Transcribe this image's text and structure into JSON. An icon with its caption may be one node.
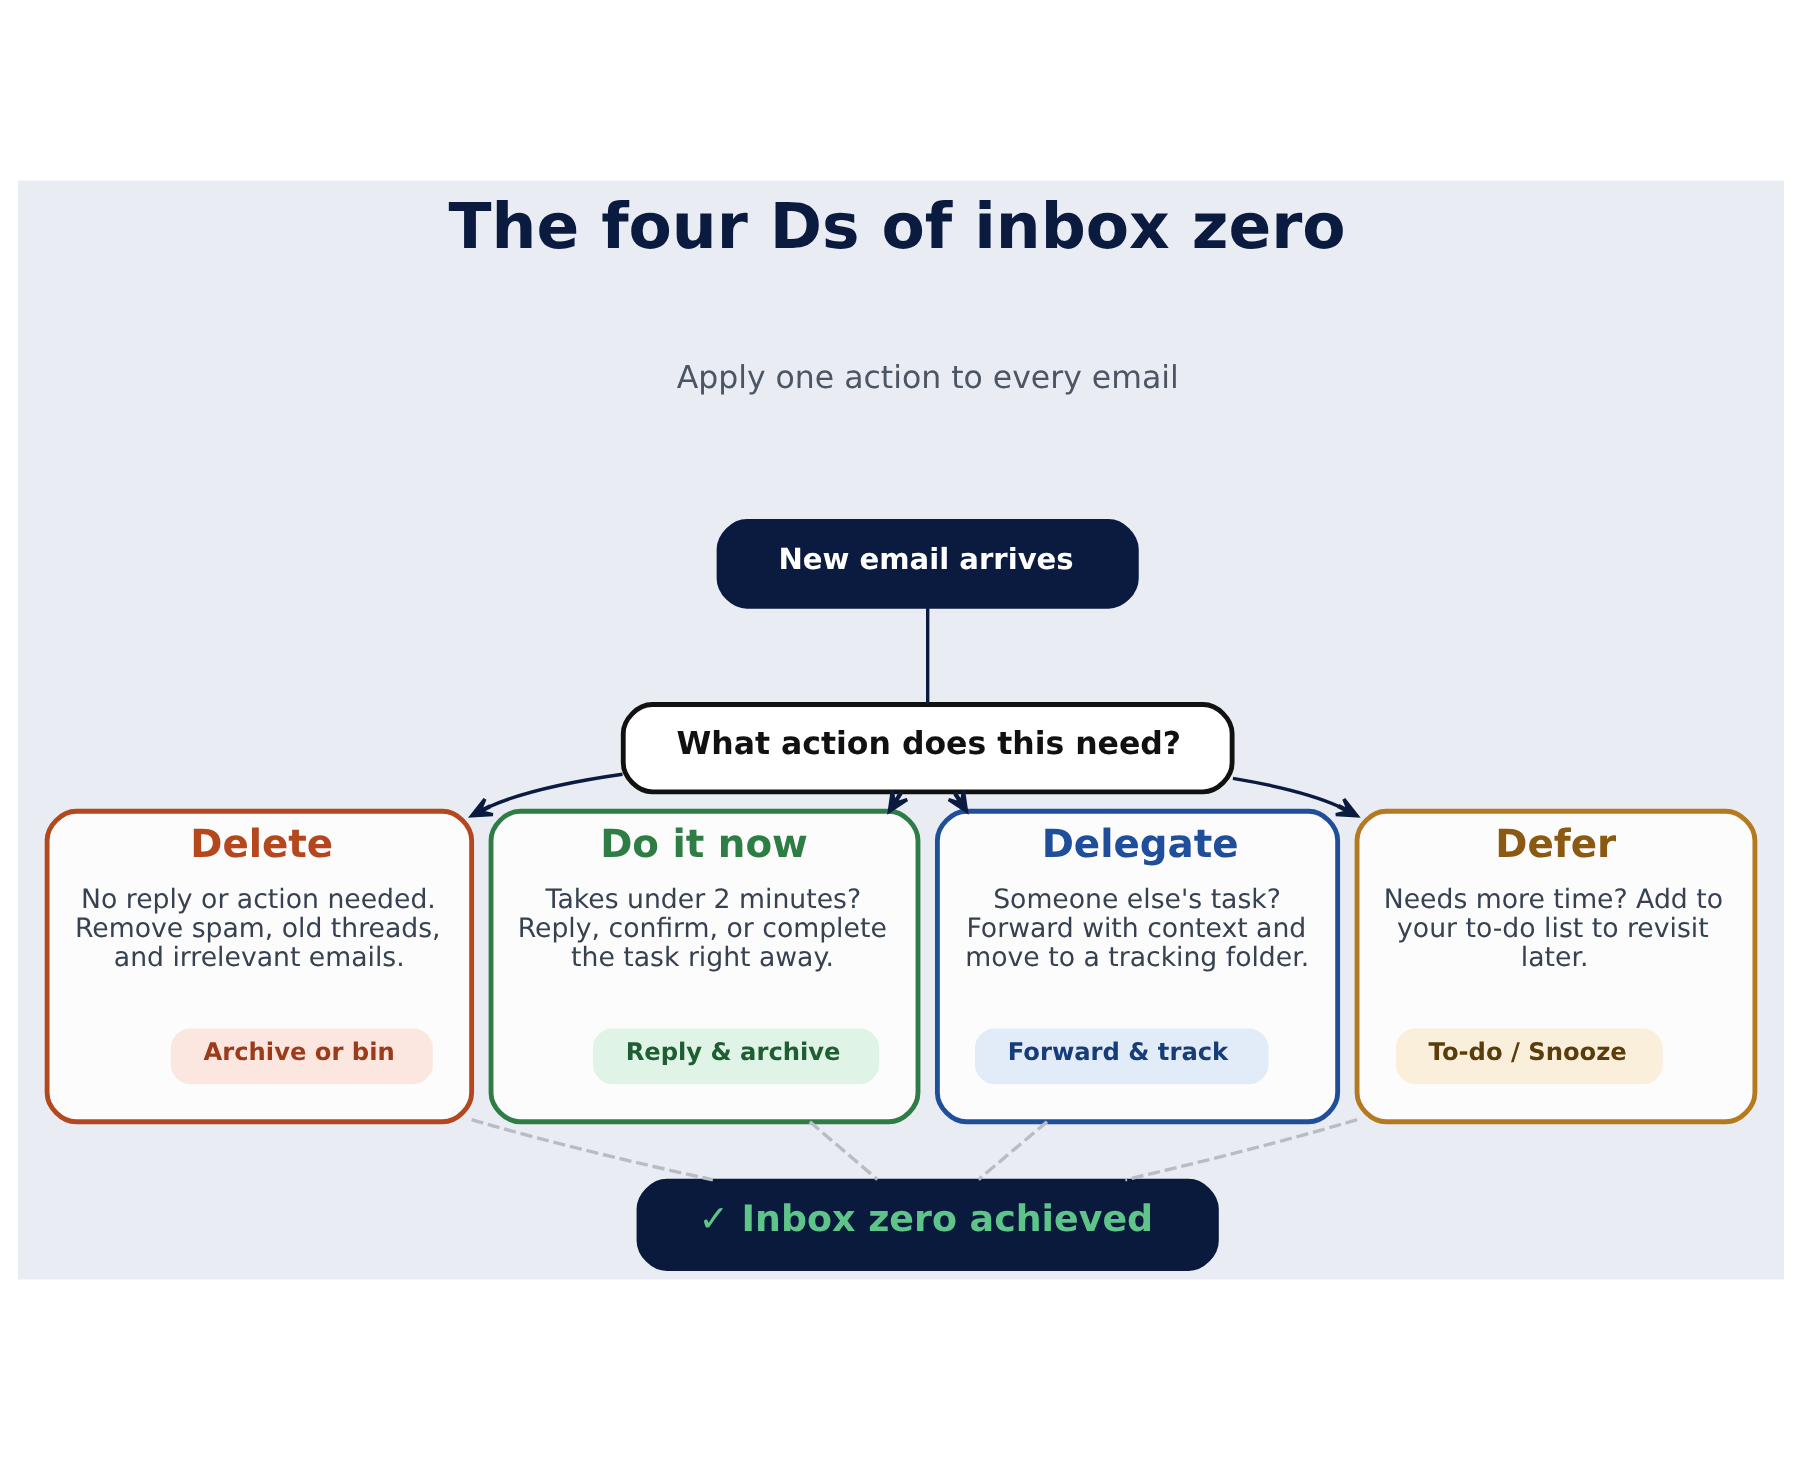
{
  "diagram": {
    "title": "The four Ds of inbox zero",
    "nodes": [
      {
        "text": [
          "New email arrives"
        ]
      },
      {
        "text": [
          "What action does this need?"
        ]
      },
      {
        "text": [
          "Delete",
          "No reply or action needed. Remove spam, old threads, and irrelevant emails."
        ]
      },
      {
        "text": [
          "Archive or bin"
        ],
        "in": 2
      },
      {
        "text": [
          "Do it now",
          "Takes under 2 minutes? Reply, confirm, or complete the task right away."
        ]
      },
      {
        "text": [
          "Reply & archive"
        ],
        "in": 4
      },
      {
        "text": [
          "Delegate",
          "Someone else's task? Forward with context and move to a tracking folder."
        ]
      },
      {
        "text": [
          "Forward & track"
        ],
        "in": 6
      },
      {
        "text": [
          "Defer",
          "Needs more time? Add to your to-do list to revisit later."
        ]
      },
      {
        "text": [
          "To-do / Snooze"
        ],
        "in": 8
      },
      {
        "text": [
          "✓ Inbox zero achieved"
        ]
      }
    ],
    "edges": [
      {
        "from": 0,
        "to": 1,
        "arrow": "none"
      },
      {
        "from": 1,
        "to": 2,
        "arrow": "to"
      },
      {
        "from": 1,
        "to": 4,
        "arrow": "to"
      },
      {
        "from": 1,
        "to": 6,
        "arrow": "to"
      },
      {
        "from": 1,
        "to": 8,
        "arrow": "to"
      },
      {
        "from": 2,
        "to": 10,
        "arrow": "none",
        "style": "dashed",
        "color": "#b8bcc4"
      },
      {
        "from": 4,
        "to": 10,
        "arrow": "none",
        "style": "dashed",
        "color": "#b8bcc4"
      },
      {
        "from": 6,
        "to": 10,
        "arrow": "none",
        "style": "dashed",
        "color": "#b8bcc4"
      },
      {
        "from": 8,
        "to": 10,
        "arrow": "none",
        "style": "dashed",
        "color": "#b8bcc4"
      }
    ],
    "labels": [
      "Apply one action to every email"
    ]
  }
}
